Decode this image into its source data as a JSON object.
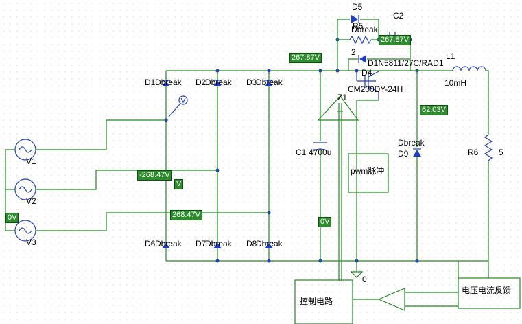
{
  "components": {
    "d1": "D1",
    "d1_model": "Dbreak",
    "d2": "D2",
    "d2_model": "Dbreak",
    "d3": "D3",
    "d3_model": "Dbreak",
    "d6": "D6",
    "d6_model": "Dbreak",
    "d7": "D7",
    "d7_model": "Dbreak",
    "d8": "D8",
    "d8_model": "Dbreak",
    "d5": "D5",
    "d5_model": "Dbreak",
    "d9": "D9",
    "d9_model": "Dbreak",
    "d4": "D4",
    "d4_model": "D1N5811/27C/RAD1",
    "r5": "R5",
    "c2": "C2",
    "pin2": "2",
    "l1": "L1",
    "l1_value": "10mH",
    "r6": "R6",
    "r6_value": "5",
    "c1": "C1",
    "c1_value": "4700u",
    "z1": "Z1",
    "z1_model": "CM200DY-24H",
    "v1": "V1",
    "v2": "V2",
    "v3": "V3",
    "ground": "0"
  },
  "voltages": {
    "top_bus": "267.87V",
    "snubber": "267.87V",
    "neg_bus": "-268.47V",
    "phase_c": "268.47V",
    "out_node": "62.03V",
    "cap_ref": "0V",
    "source_ref": "0V",
    "hidden_tag": "V"
  },
  "blocks": {
    "pwm": "pwm脉冲",
    "control": "控制电路",
    "feedback": "电压电流反馈"
  },
  "icons": {
    "probe": "voltage-probe-icon"
  }
}
